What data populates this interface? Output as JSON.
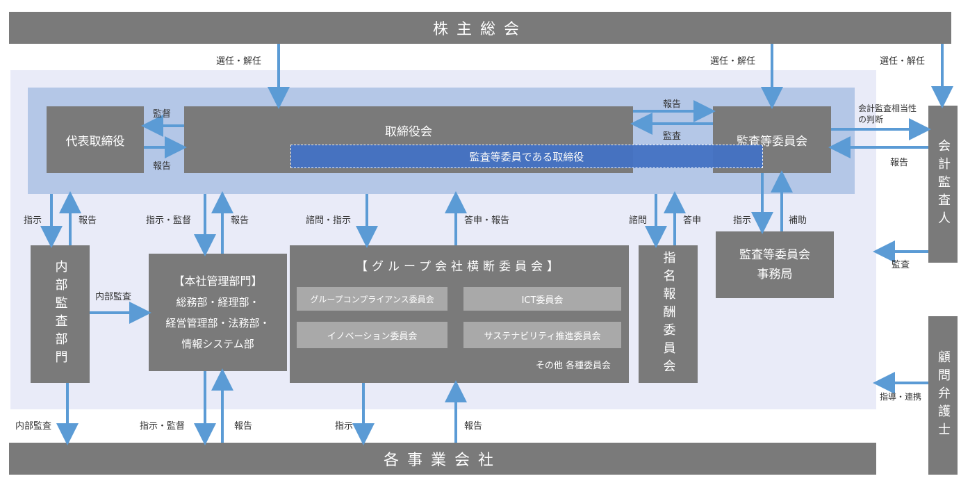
{
  "top_bar": "株主総会",
  "bottom_bar": "各事業会社",
  "representative": "代表取締役",
  "board": "取締役会",
  "board_member": "監査等委員である取締役",
  "audit_committee": "監査等委員会",
  "accounting_auditor": "会計監査人",
  "legal_advisor": "顧問弁護士",
  "internal_audit": "内部監査部門",
  "hq": {
    "title": "【本社管理部門】",
    "line1": "総務部・経理部・",
    "line2": "経営管理部・法務部・",
    "line3": "情報システム部"
  },
  "group_committee": {
    "title": "【グループ会社横断委員会】",
    "items": [
      "グループコンプライアンス委員会",
      "ICT委員会",
      "イノベーション委員会",
      "サステナビリティ推進委員会"
    ],
    "other": "その他 各種委員会"
  },
  "nomination": "指名報酬委員会",
  "audit_office": {
    "line1": "監査等委員会",
    "line2": "事務局"
  },
  "labels": {
    "elect1": "選任・解任",
    "elect2": "選任・解任",
    "elect3": "選任・解任",
    "supervise": "監督",
    "report_rep": "報告",
    "report_ac": "報告",
    "audit_ac": "監査",
    "acct_judge1": "会計監査相当性",
    "acct_judge2": "の判断",
    "report_aa": "報告",
    "audit_aa": "監査",
    "guide": "指導・連携",
    "instruct_ia": "指示",
    "report_ia": "報告",
    "instruct_hq": "指示・監督",
    "report_hq": "報告",
    "consult_gc": "諮問・指示",
    "reply_gc": "答申・報告",
    "consult_nm": "諮問",
    "reply_nm": "答申",
    "instruct_ao": "指示",
    "assist_ao": "補助",
    "internal_audit_lbl": "内部監査",
    "internal_audit_bottom": "内部監査",
    "instruct_hq_b": "指示・監督",
    "report_hq_b": "報告",
    "instruct_gc_b": "指示",
    "report_gc_b": "報告"
  },
  "colors": {
    "box": "#7a7a7a",
    "outer_region": "#e9ebf8",
    "inner_region": "#b4c7e7",
    "arrow": "#5b9bd5",
    "highlight": "#4472c4"
  }
}
